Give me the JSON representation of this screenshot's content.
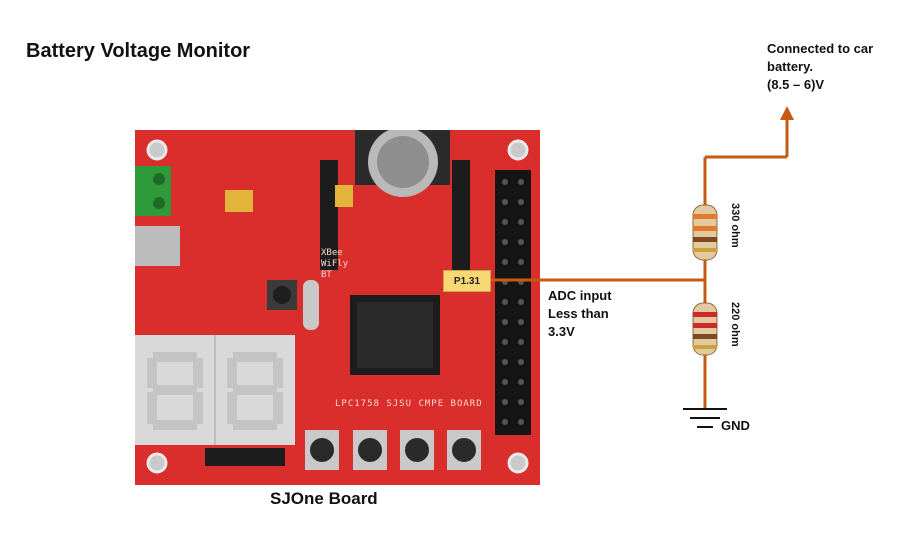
{
  "title": "Battery Voltage Monitor",
  "board_caption": "SJOne Board",
  "board": {
    "silkscreen": "LPC1758 SJSU CMPE BOARD",
    "xbee_lines": [
      "XBee",
      "WiFly",
      "BT"
    ]
  },
  "pin_label": "P1.31",
  "car_note": {
    "line1": "Connected to car",
    "line2": "battery.",
    "line3": "(8.5 – 6)V"
  },
  "adc_note": {
    "line1": "ADC input",
    "line2": "Less than",
    "line3": "3.3V"
  },
  "resistors": {
    "top": "330 ohm",
    "bottom": "220 ohm"
  },
  "gnd_label": "GND",
  "colors": {
    "wire": "#c55a11",
    "board": "#d62c2c",
    "pin_tag": "#f7d874"
  },
  "icons": [
    "battery-arrow-icon",
    "ground-icon",
    "resistor-icon"
  ]
}
